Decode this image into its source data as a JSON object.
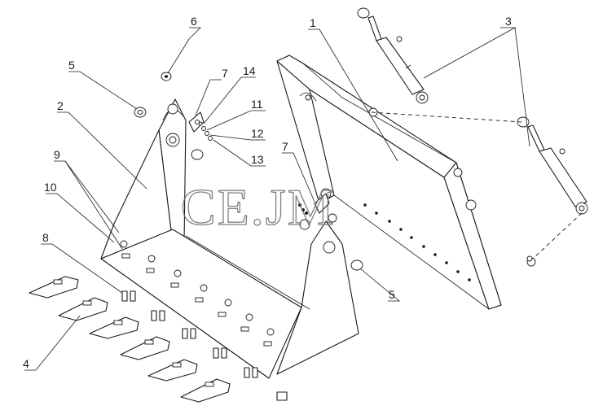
{
  "watermark": "CE.JM",
  "callouts": [
    {
      "id": "c1",
      "label": "1"
    },
    {
      "id": "c2",
      "label": "2"
    },
    {
      "id": "c3",
      "label": "3"
    },
    {
      "id": "c4",
      "label": "4"
    },
    {
      "id": "c5a",
      "label": "5"
    },
    {
      "id": "c5b",
      "label": "5"
    },
    {
      "id": "c6",
      "label": "6"
    },
    {
      "id": "c7a",
      "label": "7"
    },
    {
      "id": "c7b",
      "label": "7"
    },
    {
      "id": "c8",
      "label": "8"
    },
    {
      "id": "c9",
      "label": "9"
    },
    {
      "id": "c10",
      "label": "10"
    },
    {
      "id": "c11",
      "label": "11"
    },
    {
      "id": "c12",
      "label": "12"
    },
    {
      "id": "c13",
      "label": "13"
    },
    {
      "id": "c14",
      "label": "14"
    }
  ]
}
